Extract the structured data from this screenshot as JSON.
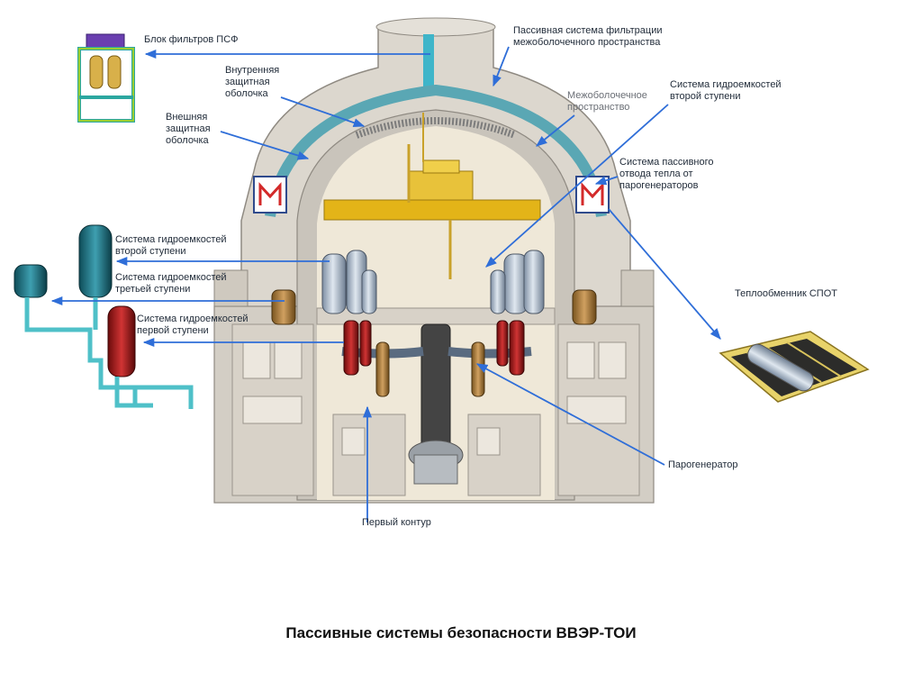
{
  "caption": "Пассивные системы безопасности ВВЭР-ТОИ",
  "colors": {
    "arrow": "#2f6ed8",
    "concrete": "#dcd7ce",
    "crane": "#e3b418",
    "dome_inner": "#efe8d8",
    "teal_shell": "#5aa7b4",
    "hx_frame": "#e8d36a"
  },
  "labels": {
    "psf_filter_block": "Блок фильтров ПСФ",
    "passive_filtration": [
      "Пассивная система фильтрации",
      "межоболочечного пространства"
    ],
    "inner_shell": [
      "Внутренняя",
      "защитная",
      "оболочка"
    ],
    "outer_shell": [
      "Внешняя",
      "защитная",
      "оболочка"
    ],
    "interspace": [
      "Межоболочечное",
      "пространство"
    ],
    "hydro_second_right": [
      "Система гидроемкостей",
      "второй ступени"
    ],
    "passive_heat_removal": [
      "Система пассивного",
      "отвода тепла от",
      "парогенераторов"
    ],
    "hydro_second_left": [
      "Система гидроемкостей",
      "второй ступени"
    ],
    "hydro_third": [
      "Система гидроемкостей",
      "третьей ступени"
    ],
    "hydro_first": [
      "Система гидроемкостей",
      "первой ступени"
    ],
    "spot_hx": "Теплообменник СПОТ",
    "steam_generator": "Парогенератор",
    "primary_circuit": "Первый контур"
  },
  "icons": [
    "filter-block-icon",
    "hydro-tank-icon",
    "heat-exchanger-icon",
    "reactor-vessel-icon",
    "steam-generator-icon",
    "polar-crane-icon"
  ]
}
